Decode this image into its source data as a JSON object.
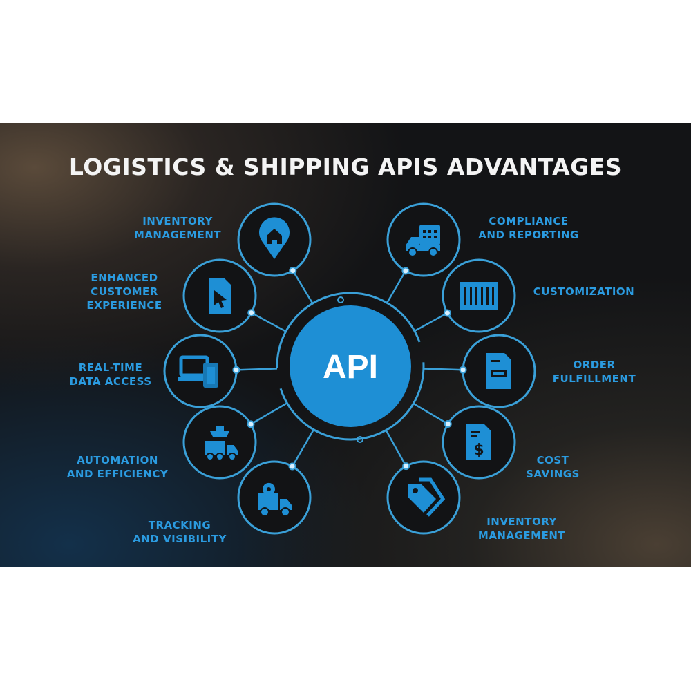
{
  "title": "LOGISTICS & SHIPPING APIS ADVANTAGES",
  "center_label": "API",
  "colors": {
    "accent": "#1e8fd5",
    "line": "#3aa0d8",
    "label": "#2b9be0",
    "background": "#131416"
  },
  "left_items": [
    {
      "label_lines": [
        "INVENTORY",
        "MANAGEMENT"
      ],
      "icon": "location-home-icon"
    },
    {
      "label_lines": [
        "ENHANCED",
        "CUSTOMER",
        "EXPERIENCE"
      ],
      "icon": "document-cursor-icon"
    },
    {
      "label_lines": [
        "REAL-TIME",
        "DATA ACCESS"
      ],
      "icon": "laptop-mobile-icon"
    },
    {
      "label_lines": [
        "AUTOMATION",
        "AND EFFICIENCY"
      ],
      "icon": "ship-truck-icon"
    },
    {
      "label_lines": [
        "TRACKING",
        "AND VISIBILITY"
      ],
      "icon": "delivery-truck-pin-icon"
    }
  ],
  "right_items": [
    {
      "label_lines": [
        "COMPLIANCE",
        "AND REPORTING"
      ],
      "icon": "truck-calendar-icon"
    },
    {
      "label_lines": [
        "CUSTOMIZATION"
      ],
      "icon": "container-icon"
    },
    {
      "label_lines": [
        "ORDER",
        "FULFILLMENT"
      ],
      "icon": "order-document-icon"
    },
    {
      "label_lines": [
        "COST",
        "SAVINGS"
      ],
      "icon": "invoice-dollar-icon"
    },
    {
      "label_lines": [
        "INVENTORY",
        "MANAGEMENT"
      ],
      "icon": "price-tags-icon"
    }
  ]
}
